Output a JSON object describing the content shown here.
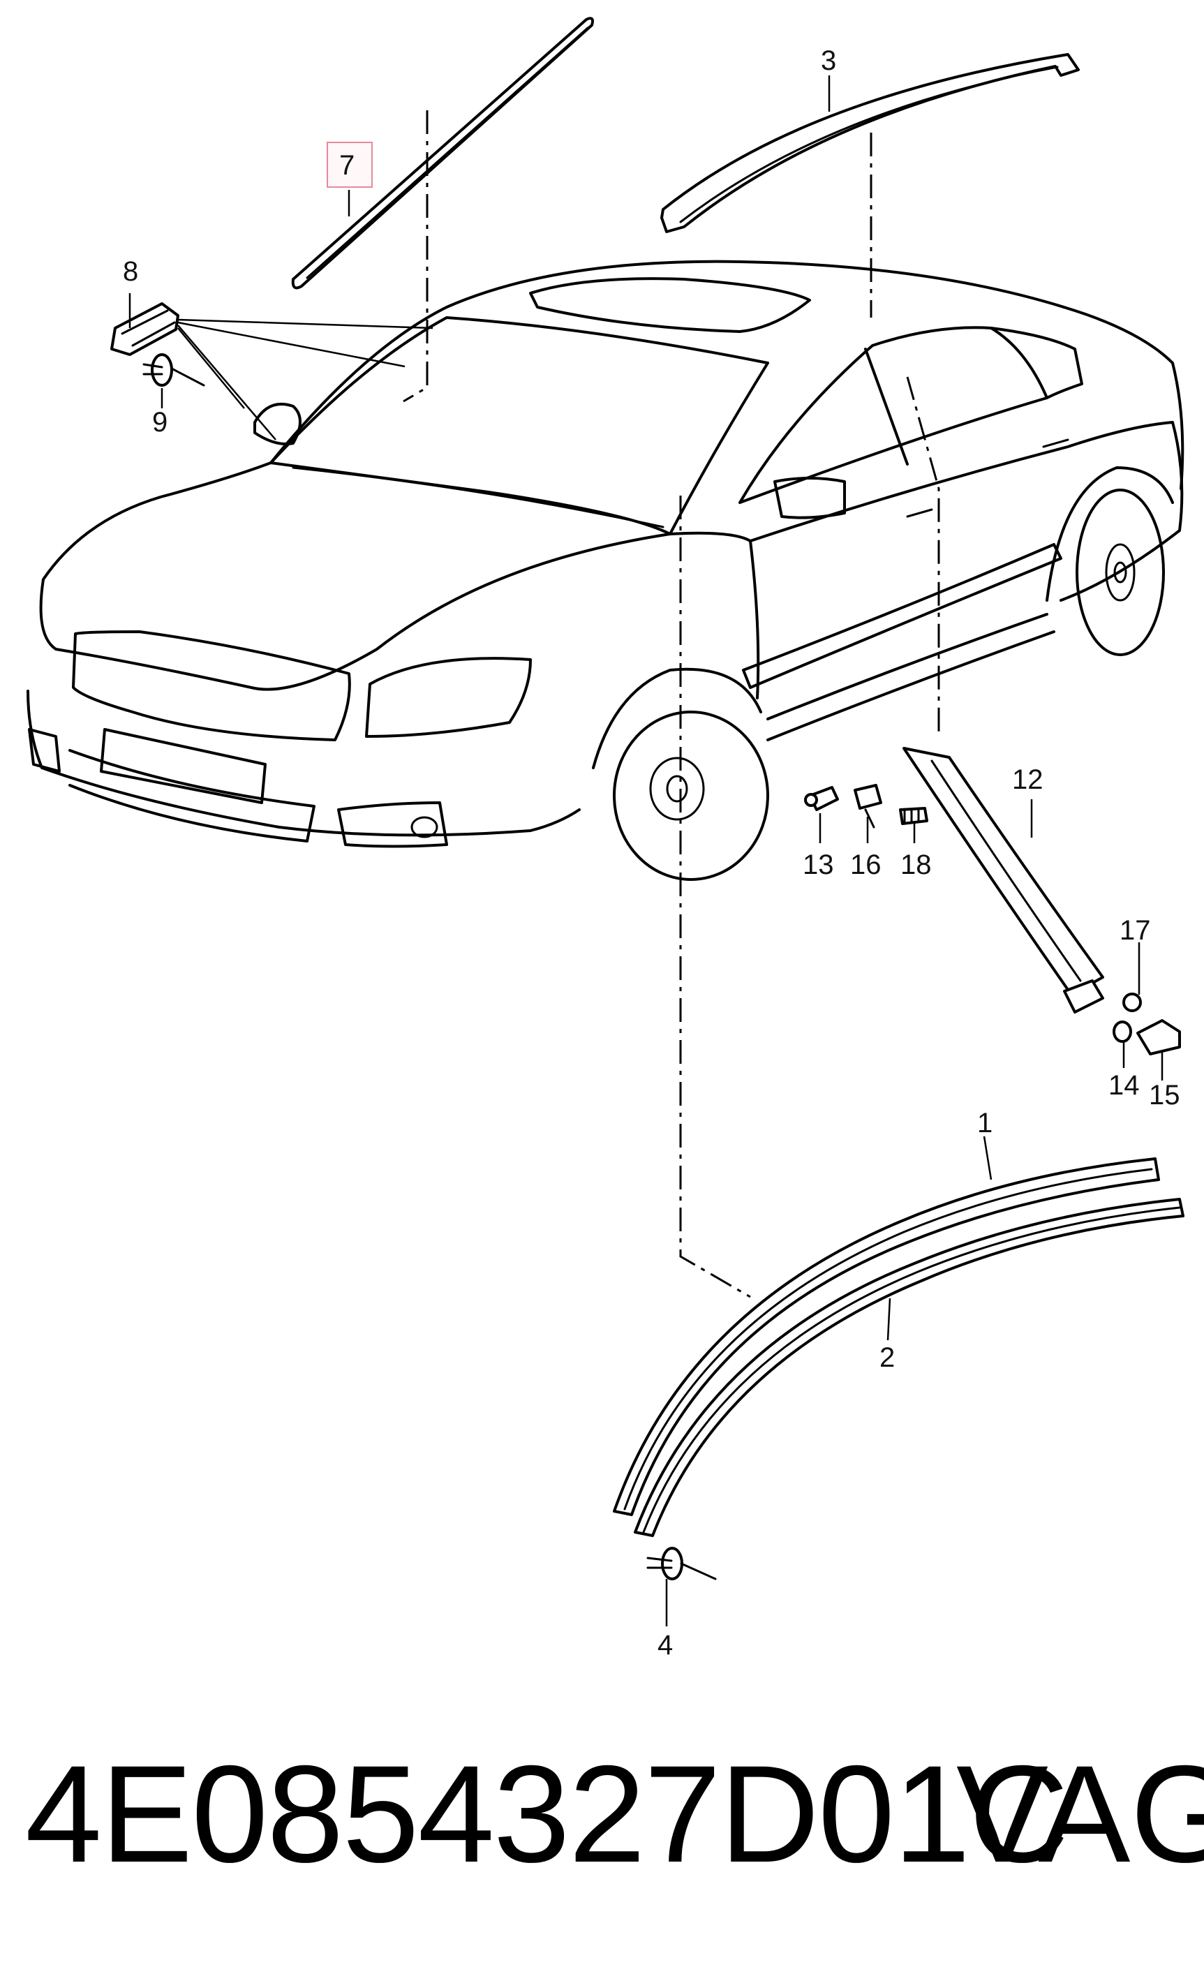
{
  "diagram": {
    "callouts": {
      "c1": "1",
      "c2": "2",
      "c3": "3",
      "c4": "4",
      "c7": "7",
      "c8": "8",
      "c9": "9",
      "c12": "12",
      "c13": "13",
      "c14": "14",
      "c15": "15",
      "c16": "16",
      "c17": "17",
      "c18": "18"
    },
    "highlighted_callout": "7",
    "highlight_color": "#e58a9a"
  },
  "footer": {
    "part_number": "4E0854327D01C",
    "brand": "VAG"
  }
}
